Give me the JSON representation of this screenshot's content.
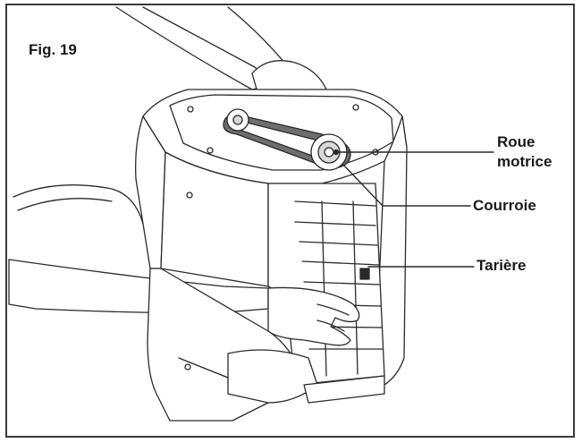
{
  "figure": {
    "title": "Fig. 19"
  },
  "callouts": {
    "roue_line1": "Roue",
    "roue_line2": "motrice",
    "courroie": "Courroie",
    "tariere": "Tarière"
  },
  "colors": {
    "line": "#2a2a2a",
    "belt": "#6e6e6e",
    "shade": "#d9d9d9",
    "frame": "#3a3a3a"
  }
}
